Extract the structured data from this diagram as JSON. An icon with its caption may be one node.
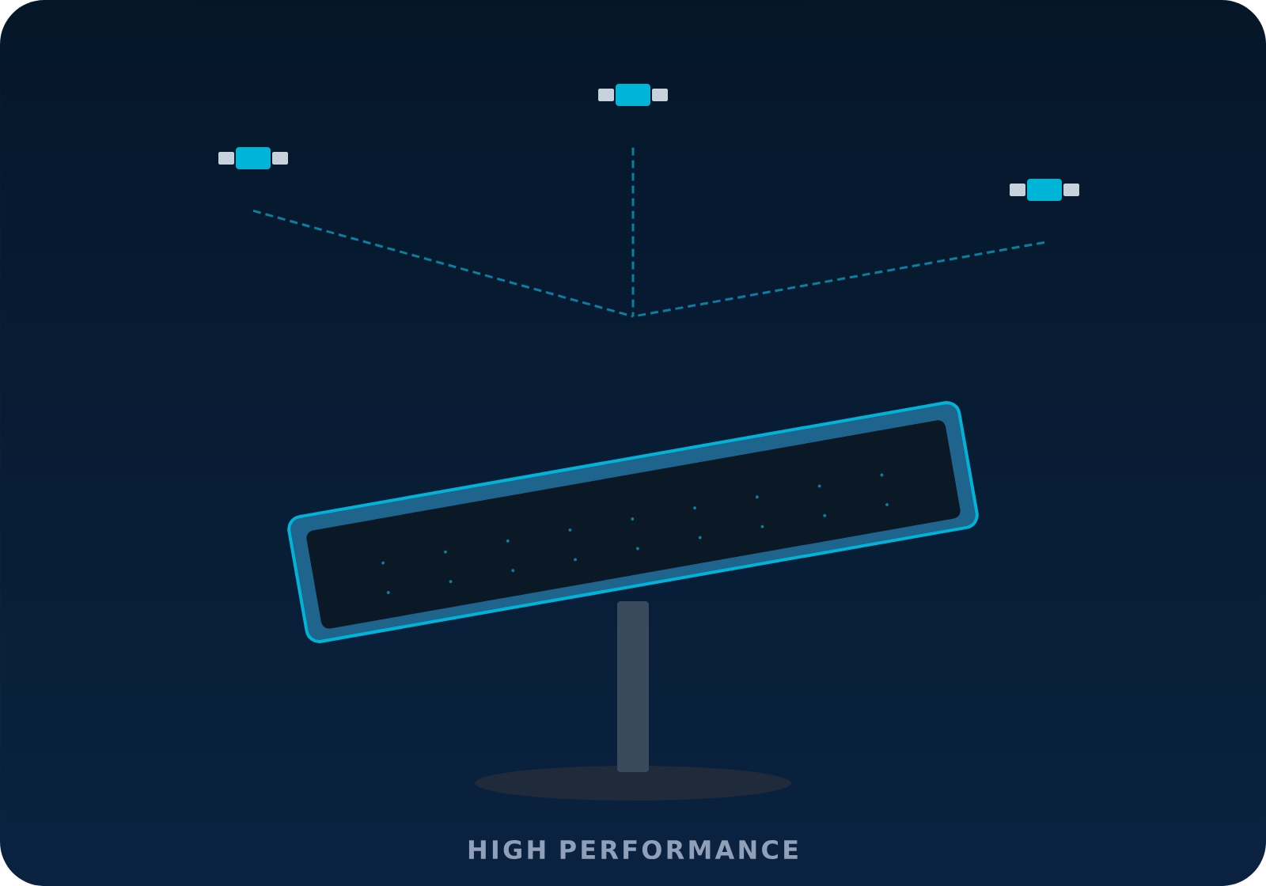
{
  "diagram": {
    "caption": "HIGH PERFORMANCE",
    "nodes": [
      {
        "text": [],
        "shape": "satellite"
      },
      {
        "text": [],
        "shape": "satellite"
      },
      {
        "text": [],
        "shape": "satellite"
      }
    ],
    "edges": [
      {
        "from": 0,
        "to": null,
        "arrow": "none",
        "style": "dashed"
      },
      {
        "from": 1,
        "to": null,
        "arrow": "none",
        "style": "dashed"
      },
      {
        "from": 2,
        "to": null,
        "arrow": "none",
        "style": "dashed"
      }
    ]
  }
}
